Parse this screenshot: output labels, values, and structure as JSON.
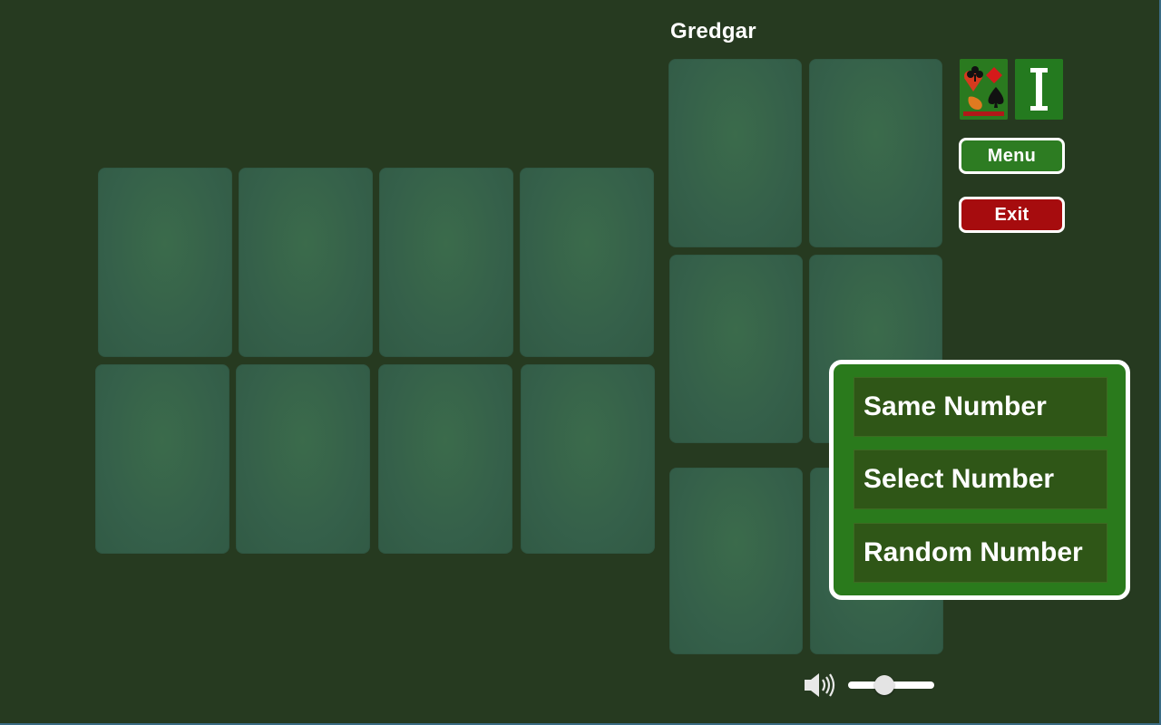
{
  "player": {
    "name": "Gredgar"
  },
  "toolbar": {
    "game_icon": "card-suits-logo-icon",
    "info_icon": "info-i-icon",
    "menu_label": "Menu",
    "exit_label": "Exit"
  },
  "number_popup": {
    "options": [
      "Same Number",
      "Select Number",
      "Random Number"
    ]
  },
  "sound": {
    "icon": "speaker-icon",
    "volume_fraction": 0.4
  },
  "colors": {
    "table": "#263a20",
    "card_slot": "#35604a",
    "menu_button": "#2d7c22",
    "exit_button": "#a60c0e",
    "popup": "#2a7a1c",
    "option": "#2f5617"
  }
}
